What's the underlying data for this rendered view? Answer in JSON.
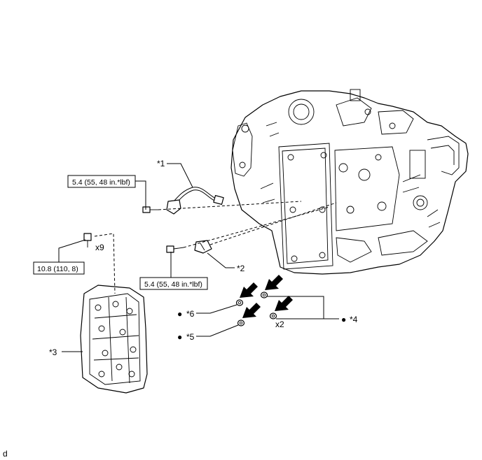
{
  "callouts": {
    "c1": "*1",
    "c2": "*2",
    "c3": "*3",
    "c4": "*4",
    "c5": "*5",
    "c6": "*6"
  },
  "torque": {
    "t1": "5.4 (55, 48 in.*lbf)",
    "t2": "10.8 (110, 8)",
    "t3": "5.4 (55, 48 in.*lbf)"
  },
  "quantity": {
    "q9": "x9",
    "q2": "x2"
  },
  "bullet": "●",
  "corner_code": "d",
  "icons": {
    "arrow": "bold-arrow-icon",
    "oring": "o-ring-icon"
  }
}
